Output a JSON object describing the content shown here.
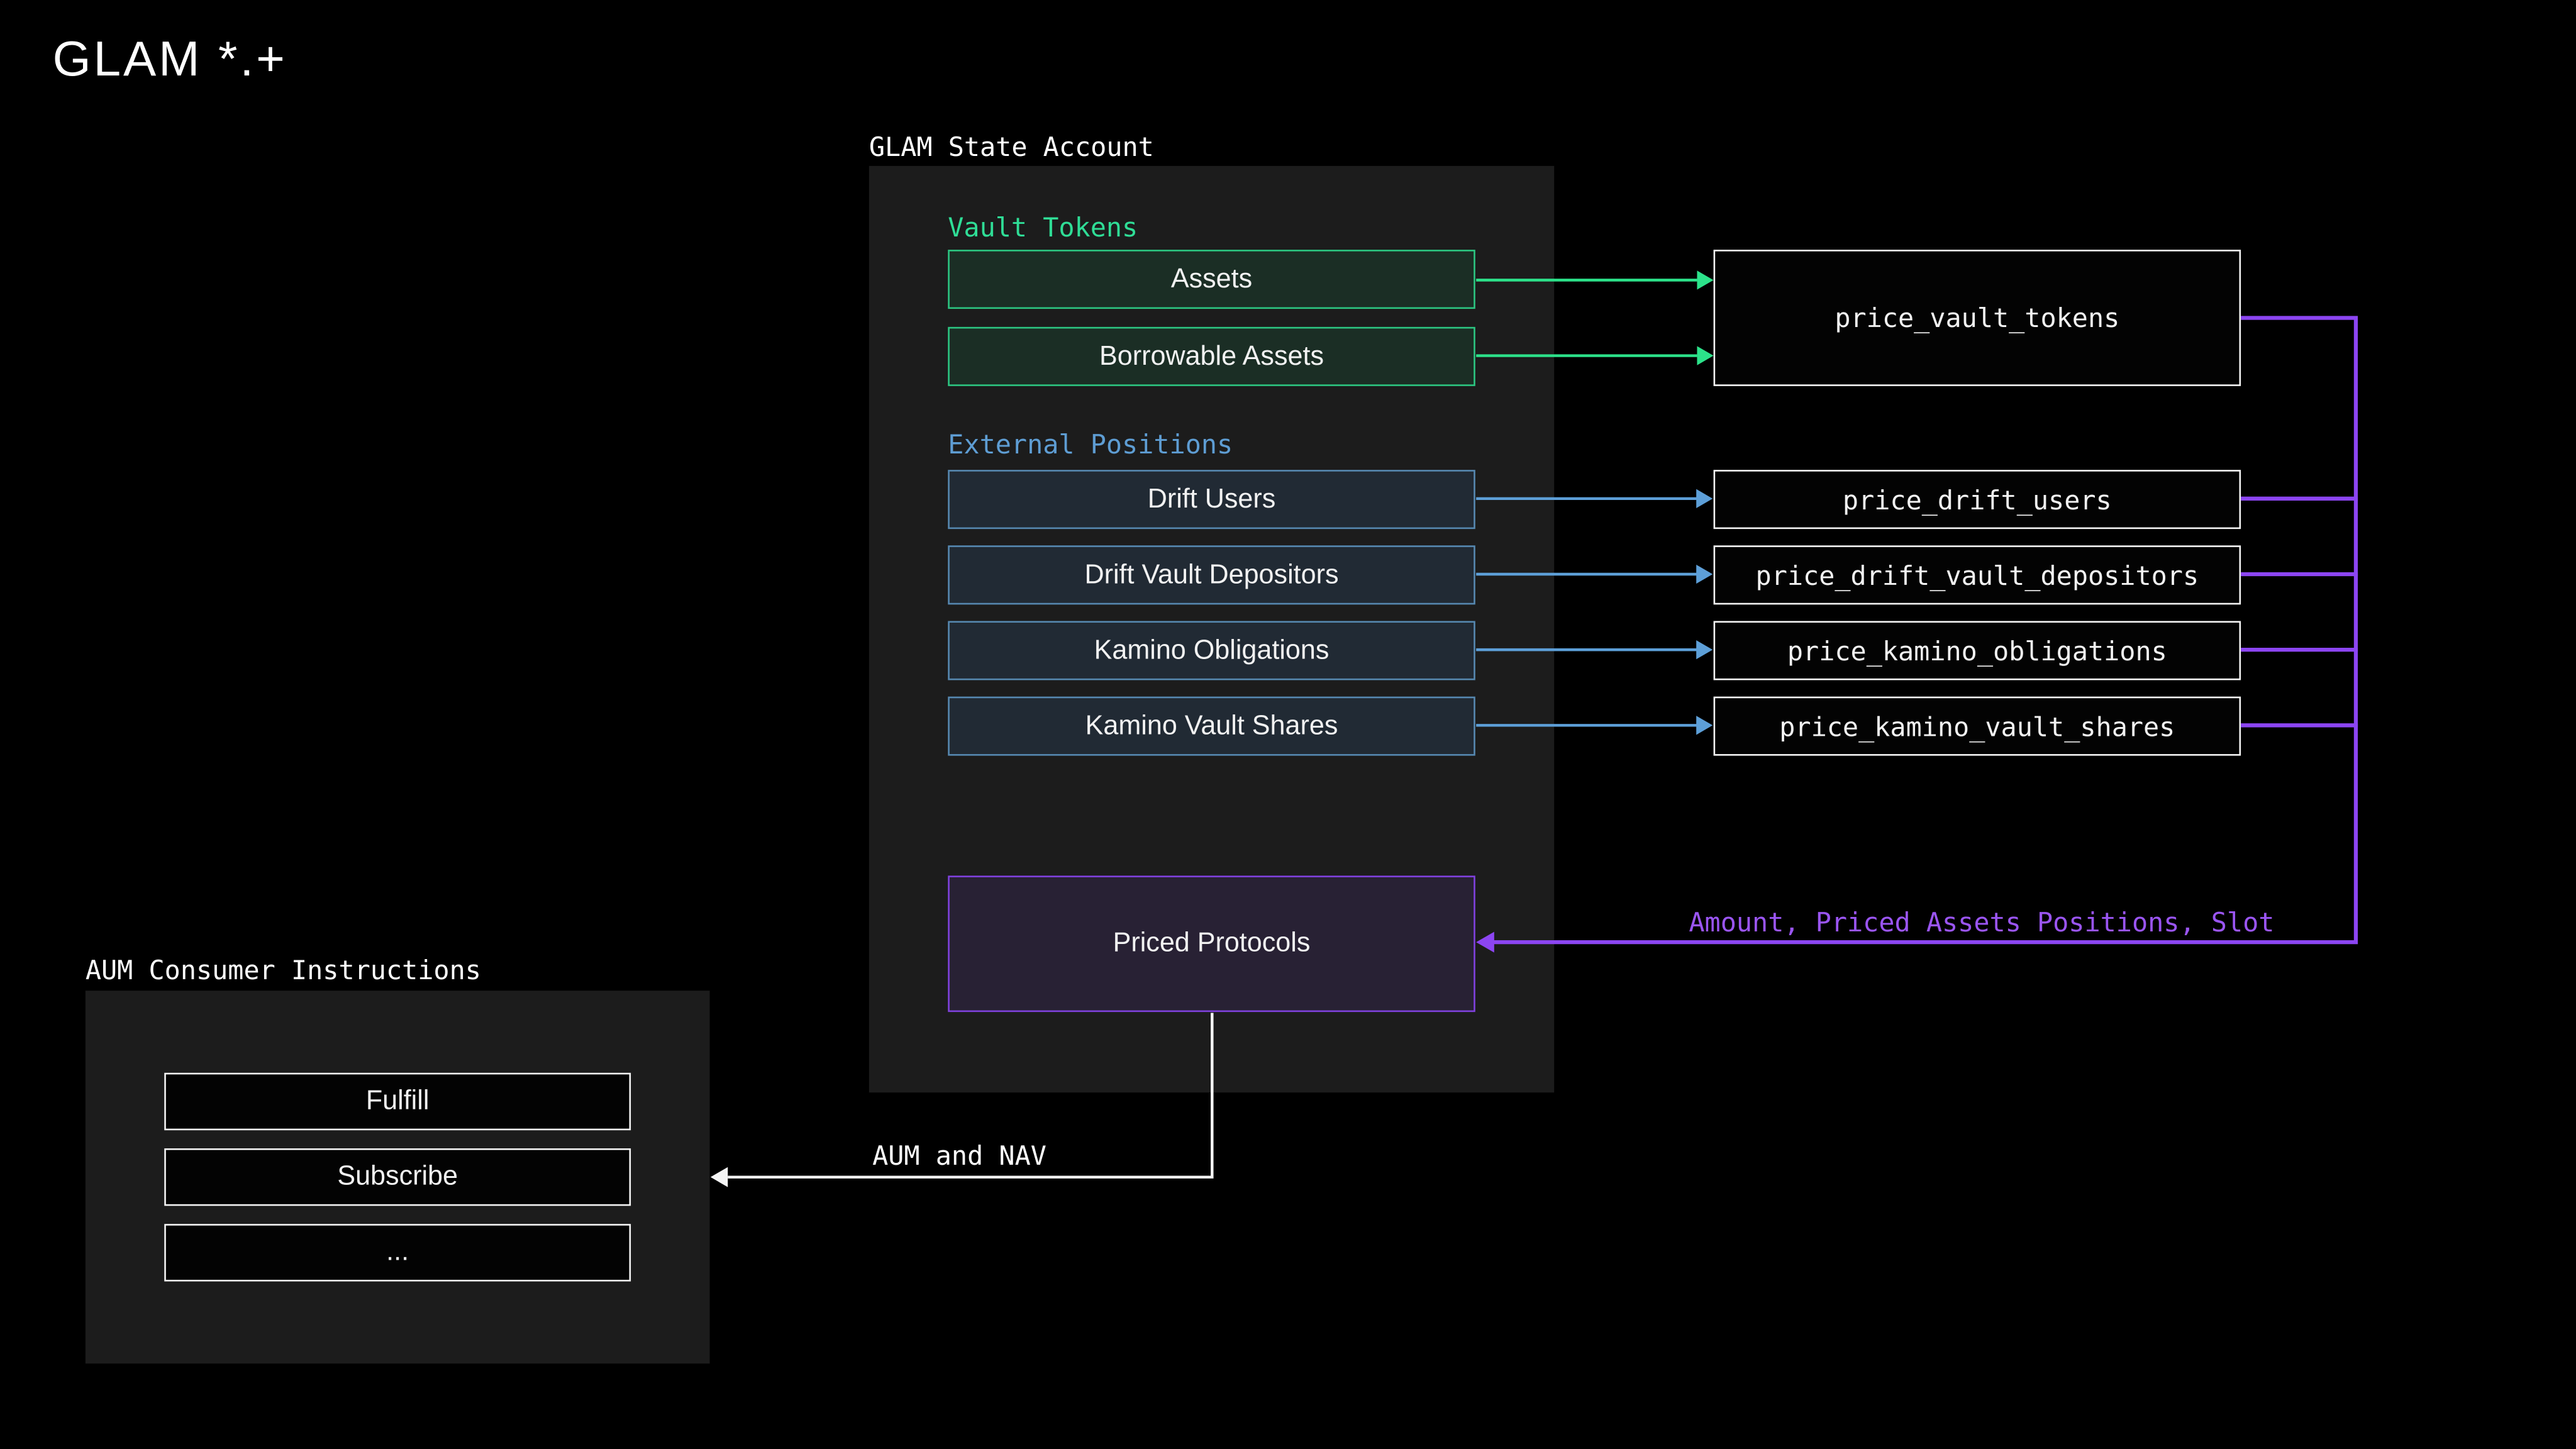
{
  "logo": "GLAM *.+",
  "state_panel": {
    "title": "GLAM State Account",
    "sections": [
      {
        "label": "Vault Tokens",
        "items": [
          "Assets",
          "Borrowable Assets"
        ]
      },
      {
        "label": "External Positions",
        "items": [
          "Drift Users",
          "Drift Vault Depositors",
          "Kamino Obligations",
          "Kamino Vault Shares"
        ]
      }
    ],
    "priced_protocols_label": "Priced Protocols"
  },
  "price_instructions": [
    "price_vault_tokens",
    "price_drift_users",
    "price_drift_vault_depositors",
    "price_kamino_obligations",
    "price_kamino_vault_shares"
  ],
  "aum_panel": {
    "title": "AUM Consumer Instructions",
    "items": [
      "Fulfill",
      "Subscribe",
      "..."
    ]
  },
  "edge_labels": {
    "priced_protocols_inputs": "Amount, Priced Assets Positions, Slot",
    "aum_output": "AUM and NAV"
  },
  "colors": {
    "background": "#000000",
    "panel_bg": "#1c1c1c",
    "text": "#f2f2f2",
    "node_border": "#f5f5f5",
    "node_bg": "#030303",
    "green_text": "#2fdd96",
    "green_border": "#2cc581",
    "green_fill": "#1b2e25",
    "green_arrow": "#2ce28a",
    "blue_text": "#5e9dd3",
    "blue_border": "#5688b0",
    "blue_fill": "#212a34",
    "blue_arrow": "#5d9fd8",
    "purple_text": "#9a55f2",
    "purple_border": "#7f41dd",
    "purple_fill": "#282134",
    "purple_arrow": "#8c45f2",
    "white_arrow": "#f5f5f5"
  }
}
